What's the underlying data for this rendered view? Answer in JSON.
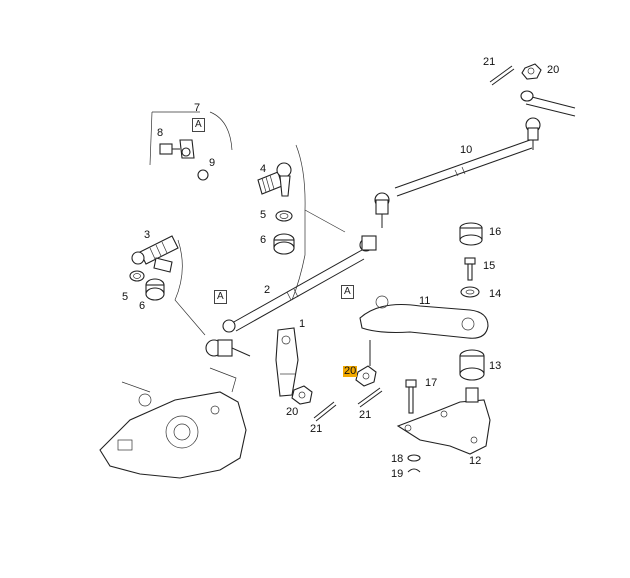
{
  "callouts": {
    "c1": "1",
    "c2": "2",
    "c3": "3",
    "c4": "4",
    "c5a": "5",
    "c5b": "5",
    "c6a": "6",
    "c6b": "6",
    "c7": "7",
    "c8": "8",
    "c9": "9",
    "c10": "10",
    "c11": "11",
    "c12": "12",
    "c13": "13",
    "c14": "14",
    "c15": "15",
    "c16": "16",
    "c17": "17",
    "c18": "18",
    "c19": "19",
    "c20a": "20",
    "c20b": "20",
    "c20c": "20",
    "c21a": "21",
    "c21b": "21",
    "c21c": "21"
  },
  "markers": {
    "a1": "A",
    "a2": "A",
    "a3": "A"
  },
  "highlight_color": "#f2a900"
}
